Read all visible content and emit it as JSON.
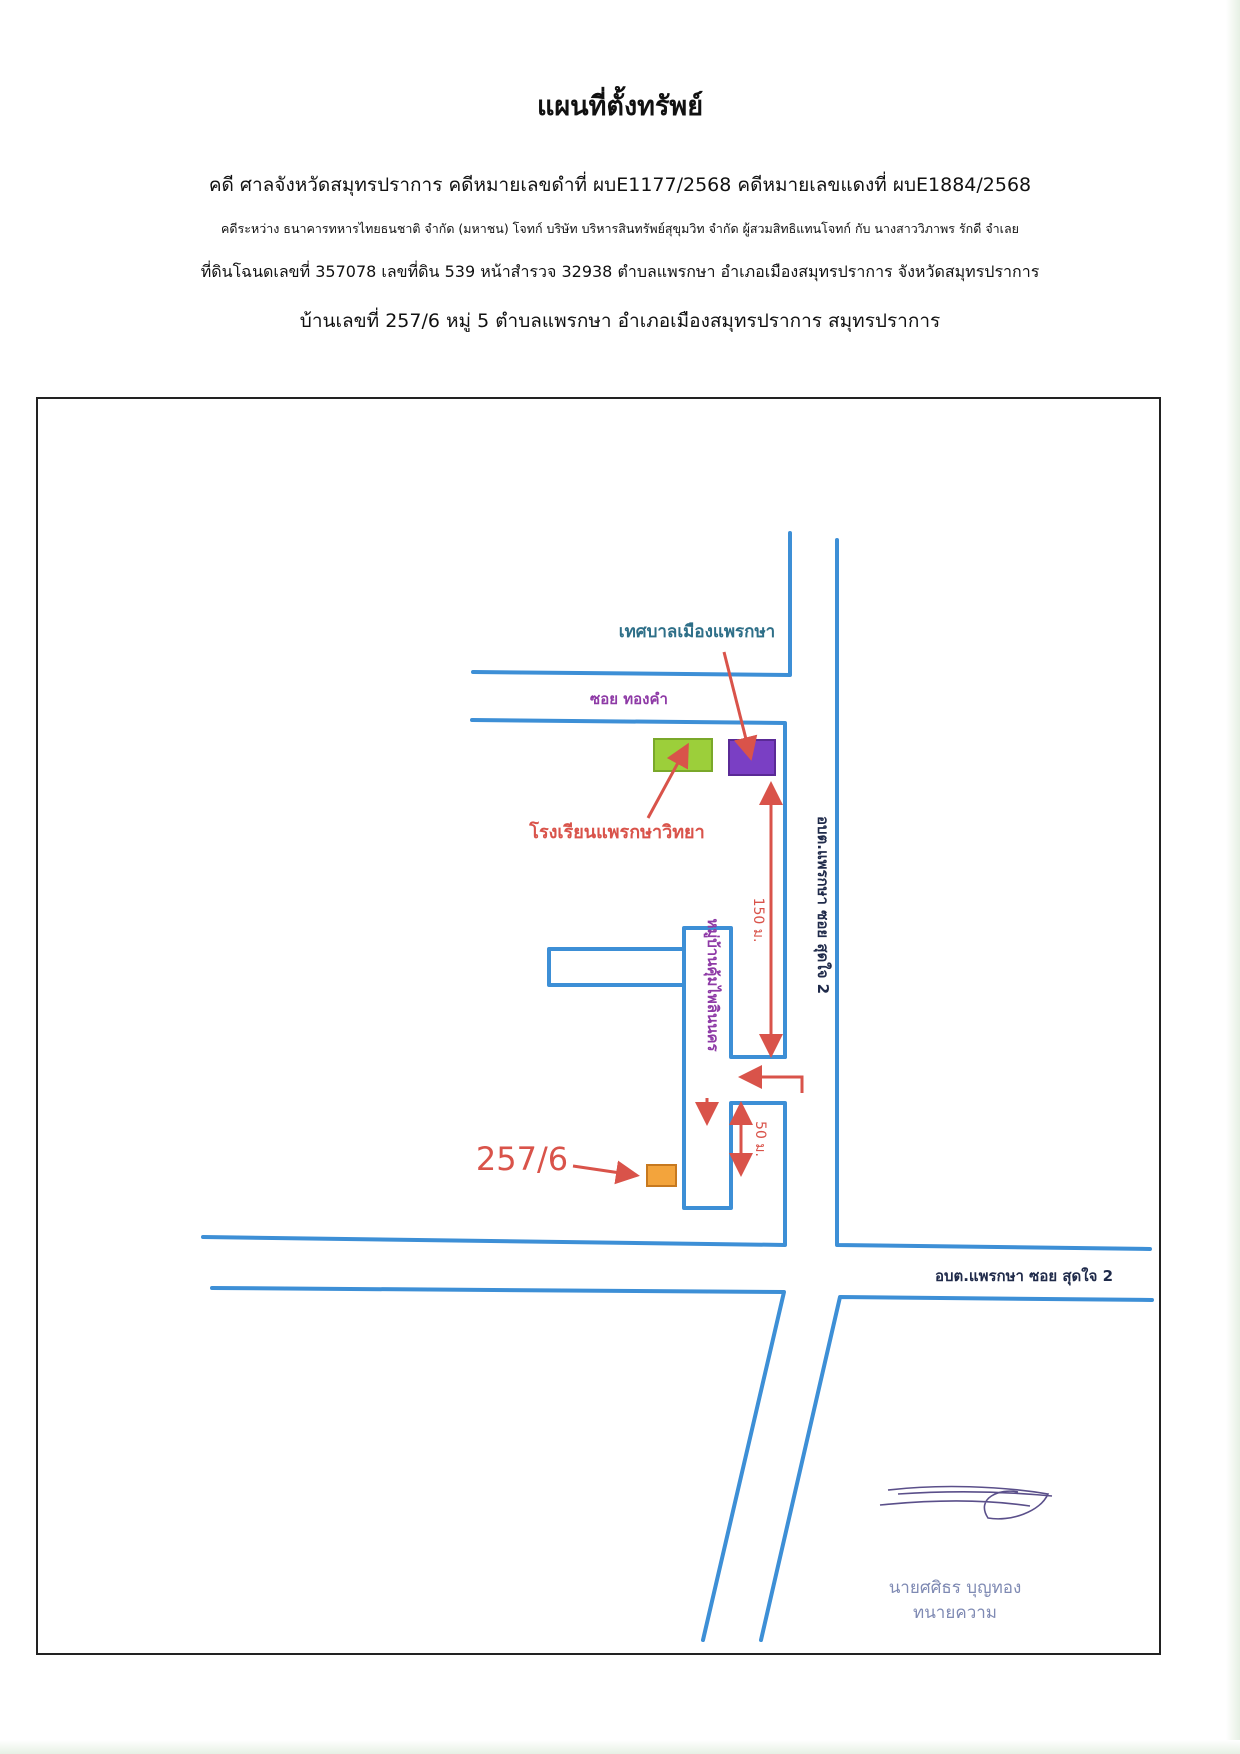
{
  "header": {
    "title": "แผนที่ตั้งทรัพย์",
    "case_line": "คดี ศาลจังหวัดสมุทรปราการ  คดีหมายเลขดำที่ ผบE1177/2568  คดีหมายเลขแดงที่ ผบE1884/2568",
    "parties_line": "คดีระหว่าง ธนาคารทหารไทยธนชาติ จำกัด (มหาชน) โจทก์ บริษัท บริหารสินทรัพย์สุขุมวิท จำกัด ผู้สวมสิทธิแทนโจทก์ กับ นางสาววิภาพร รักดี จำเลย",
    "land_line": "ที่ดินโฉนดเลขที่ 357078 เลขที่ดิน 539 หน้าสำรวจ 32938 ตำบลแพรกษา อำเภอเมืองสมุทรปราการ จังหวัดสมุทรปราการ",
    "address_line": "บ้านเลขที่ 257/6 หมู่ 5  ตำบลแพรกษา อำเภอเมืองสมุทรปราการ สมุทรปราการ"
  },
  "map": {
    "landmarks": {
      "municipality": "เทศบาลเมืองแพรกษา",
      "school": "โรงเรียนแพรกษาวิทยา",
      "property": "257/6"
    },
    "streets": {
      "soi_thongkham": "ซอย ทองคำ",
      "main_road_vertical": "อบต.แพรกษา ซอย สุดใจ 2",
      "main_road_horizontal": "อบต.แพรกษา ซอย สุดใจ 2",
      "village": "หมู่บ้านคุ้มไพลินนคร"
    },
    "distances": {
      "long": "150 ม.",
      "short": "50 ม."
    },
    "colors": {
      "road": "#3d8fd6",
      "arrow": "#d9534a",
      "purple_label": "#8e3aa6",
      "teal_label": "#2e6f88",
      "school_box": "#9ccf3a",
      "municipality_box": "#7a3fc4",
      "property_box": "#f3a43c"
    }
  },
  "signature": {
    "name": "นายศศิธร  บุญทอง",
    "role": "ทนายความ"
  }
}
